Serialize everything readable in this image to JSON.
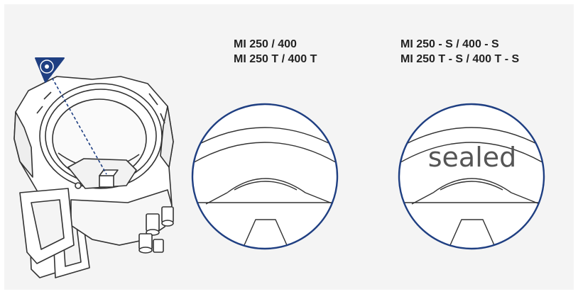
{
  "labels": {
    "left": {
      "line1": "MI 250 / 400",
      "line2": "MI 250 T / 400 T"
    },
    "right": {
      "line1": "MI 250 - S / 400 - S",
      "line2": "MI 250 T - S / 400 T - S"
    }
  },
  "right_view": {
    "overlay_text": "sealed"
  },
  "icons": {
    "eye": "eye-viewpoint-icon"
  },
  "colors": {
    "accent": "#1f3f82",
    "background": "#f4f4f4",
    "line": "#3a3a3a"
  }
}
